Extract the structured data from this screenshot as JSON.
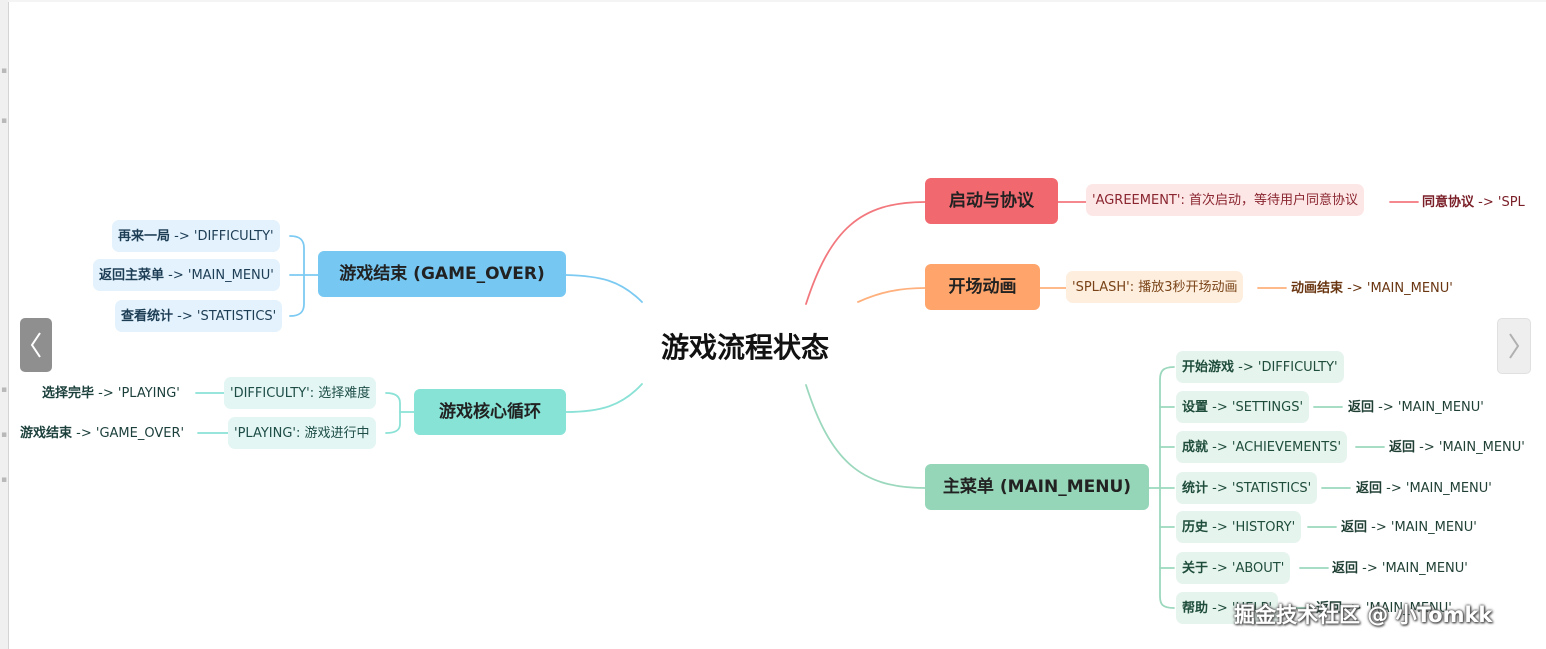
{
  "title": "游戏流程状态",
  "colors": {
    "red": "#f2686f",
    "orange": "#ffa56b",
    "green": "#95d5b8",
    "teal": "#86e3d6",
    "blue": "#76c8f3"
  },
  "branches": {
    "startup": {
      "label": "启动与协议",
      "state": "'AGREEMENT': 首次启动，等待用户同意协议",
      "transition": {
        "event": "同意协议",
        "target": "-> 'SPL"
      }
    },
    "splash": {
      "label": "开场动画",
      "state": "'SPLASH': 播放3秒开场动画",
      "transition": {
        "event": "动画结束",
        "target": "-> 'MAIN_MENU'"
      }
    },
    "main_menu": {
      "label": "主菜单 (MAIN_MENU)",
      "items": [
        {
          "event": "开始游戏",
          "target": "-> 'DIFFICULTY'",
          "back_event": "",
          "back_target": ""
        },
        {
          "event": "设置",
          "target": "-> 'SETTINGS'",
          "back_event": "返回",
          "back_target": "-> 'MAIN_MENU'"
        },
        {
          "event": "成就",
          "target": "-> 'ACHIEVEMENTS'",
          "back_event": "返回",
          "back_target": "-> 'MAIN_MENU'"
        },
        {
          "event": "统计",
          "target": "-> 'STATISTICS'",
          "back_event": "返回",
          "back_target": "-> 'MAIN_MENU'"
        },
        {
          "event": "历史",
          "target": "-> 'HISTORY'",
          "back_event": "返回",
          "back_target": "-> 'MAIN_MENU'"
        },
        {
          "event": "关于",
          "target": "-> 'ABOUT'",
          "back_event": "返回",
          "back_target": "-> 'MAIN_MENU'"
        },
        {
          "event": "帮助",
          "target": "-> 'HELP'",
          "back_event": "返回",
          "back_target": "-> 'MAIN_MENU'"
        }
      ]
    },
    "game_over": {
      "label": "游戏结束 (GAME_OVER)",
      "items": [
        {
          "event": "再来一局",
          "target": "-> 'DIFFICULTY'"
        },
        {
          "event": "返回主菜单",
          "target": "-> 'MAIN_MENU'"
        },
        {
          "event": "查看统计",
          "target": "-> 'STATISTICS'"
        }
      ]
    },
    "core_loop": {
      "label": "游戏核心循环",
      "items": [
        {
          "state": "'DIFFICULTY': 选择难度",
          "event": "选择完毕",
          "target": "-> 'PLAYING'"
        },
        {
          "state": "'PLAYING': 游戏进行中",
          "event": "游戏结束",
          "target": "-> 'GAME_OVER'"
        }
      ]
    }
  },
  "watermark": "掘金技术社区 @ 小Tomkk",
  "nav": {
    "prev_icon": "chevron-left-icon",
    "next_icon": "chevron-right-icon"
  }
}
